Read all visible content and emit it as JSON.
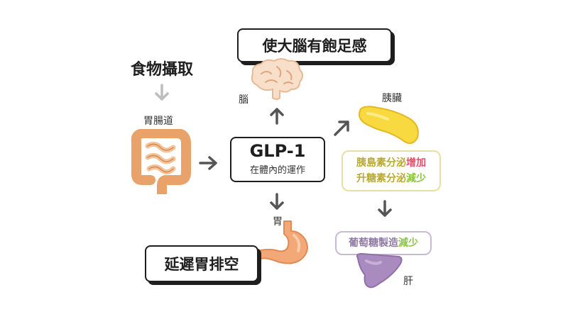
{
  "intake": {
    "title": "食物攝取"
  },
  "gut": {
    "label": "胃腸道"
  },
  "brain": {
    "label": "腦",
    "effect": "使大腦有飽足感"
  },
  "center": {
    "title": "GLP-1",
    "subtitle": "在體內的運作"
  },
  "stomach": {
    "label": "胃",
    "effect": "延遲胃排空"
  },
  "pancreas": {
    "label": "胰臟",
    "line1_main": "胰島素分泌",
    "line1_highlight": "增加",
    "line2_main": "升糖素分泌",
    "line2_highlight": "減少"
  },
  "liver": {
    "label": "肝",
    "effect_main": "葡萄糖製造",
    "effect_highlight": "減少"
  },
  "colors": {
    "increase": "#e0506a",
    "decrease": "#8cc63f",
    "pancreas_text": "#b9a92e",
    "pancreas_border": "#e8e0a2",
    "liver_border": "#c9b9d6",
    "liver_text": "#8f7ba4",
    "arrow_dark": "#555555",
    "arrow_light": "#bdbdbd"
  },
  "icons": [
    "intestine-icon",
    "brain-icon",
    "stomach-icon",
    "pancreas-icon",
    "liver-icon"
  ]
}
